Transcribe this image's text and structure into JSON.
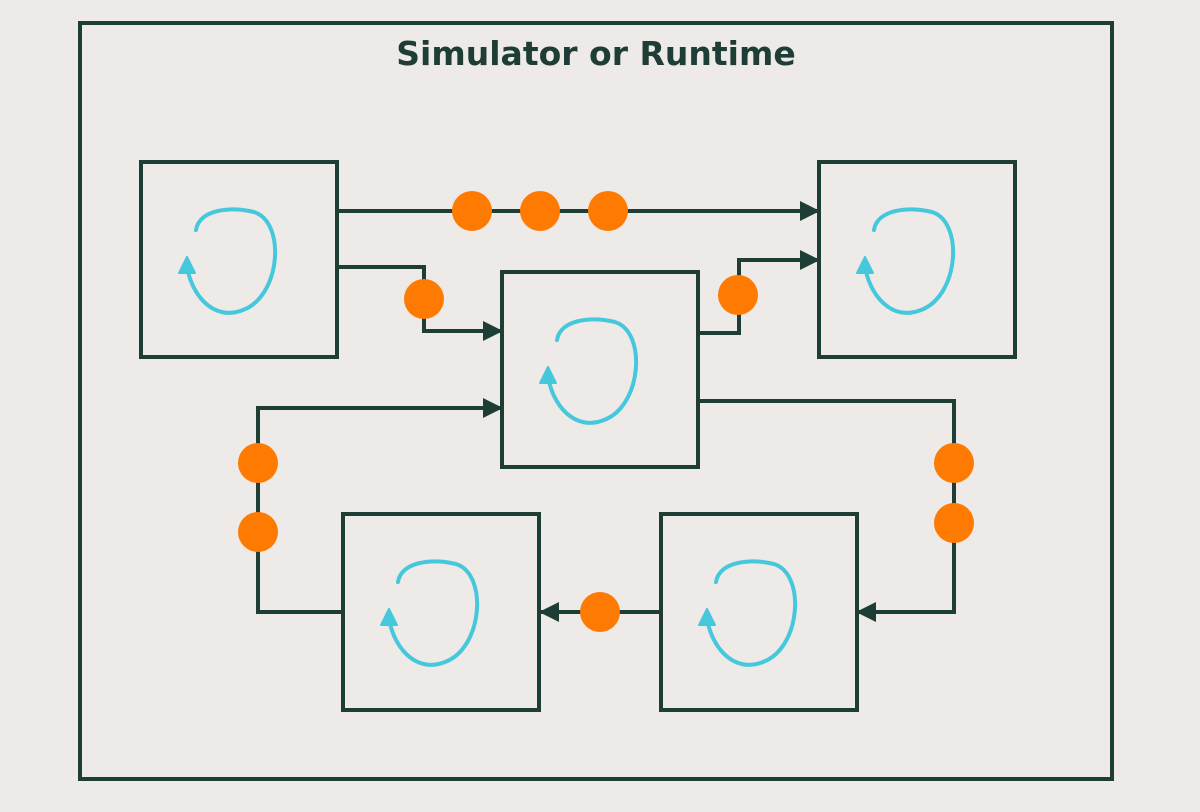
{
  "diagram": {
    "title": "Simulator or Runtime",
    "colors": {
      "background": "#eeeae8",
      "stroke": "#1e3d35",
      "token": "#ff7a00",
      "loop": "#45c8dc"
    },
    "nodes": [
      {
        "id": "node-1",
        "icon": "loop-icon"
      },
      {
        "id": "node-2",
        "icon": "loop-icon"
      },
      {
        "id": "node-3",
        "icon": "loop-icon"
      },
      {
        "id": "node-4",
        "icon": "loop-icon"
      },
      {
        "id": "node-5",
        "icon": "loop-icon"
      }
    ],
    "edges": [
      {
        "from": "node-1",
        "to": "node-3",
        "tokens": 3
      },
      {
        "from": "node-1",
        "to": "node-2",
        "tokens": 1
      },
      {
        "from": "node-2",
        "to": "node-3",
        "tokens": 1
      },
      {
        "from": "node-2",
        "to": "node-5",
        "tokens": 2
      },
      {
        "from": "node-5",
        "to": "node-4",
        "tokens": 1
      },
      {
        "from": "node-4",
        "to": "node-2",
        "tokens": 2
      }
    ]
  }
}
